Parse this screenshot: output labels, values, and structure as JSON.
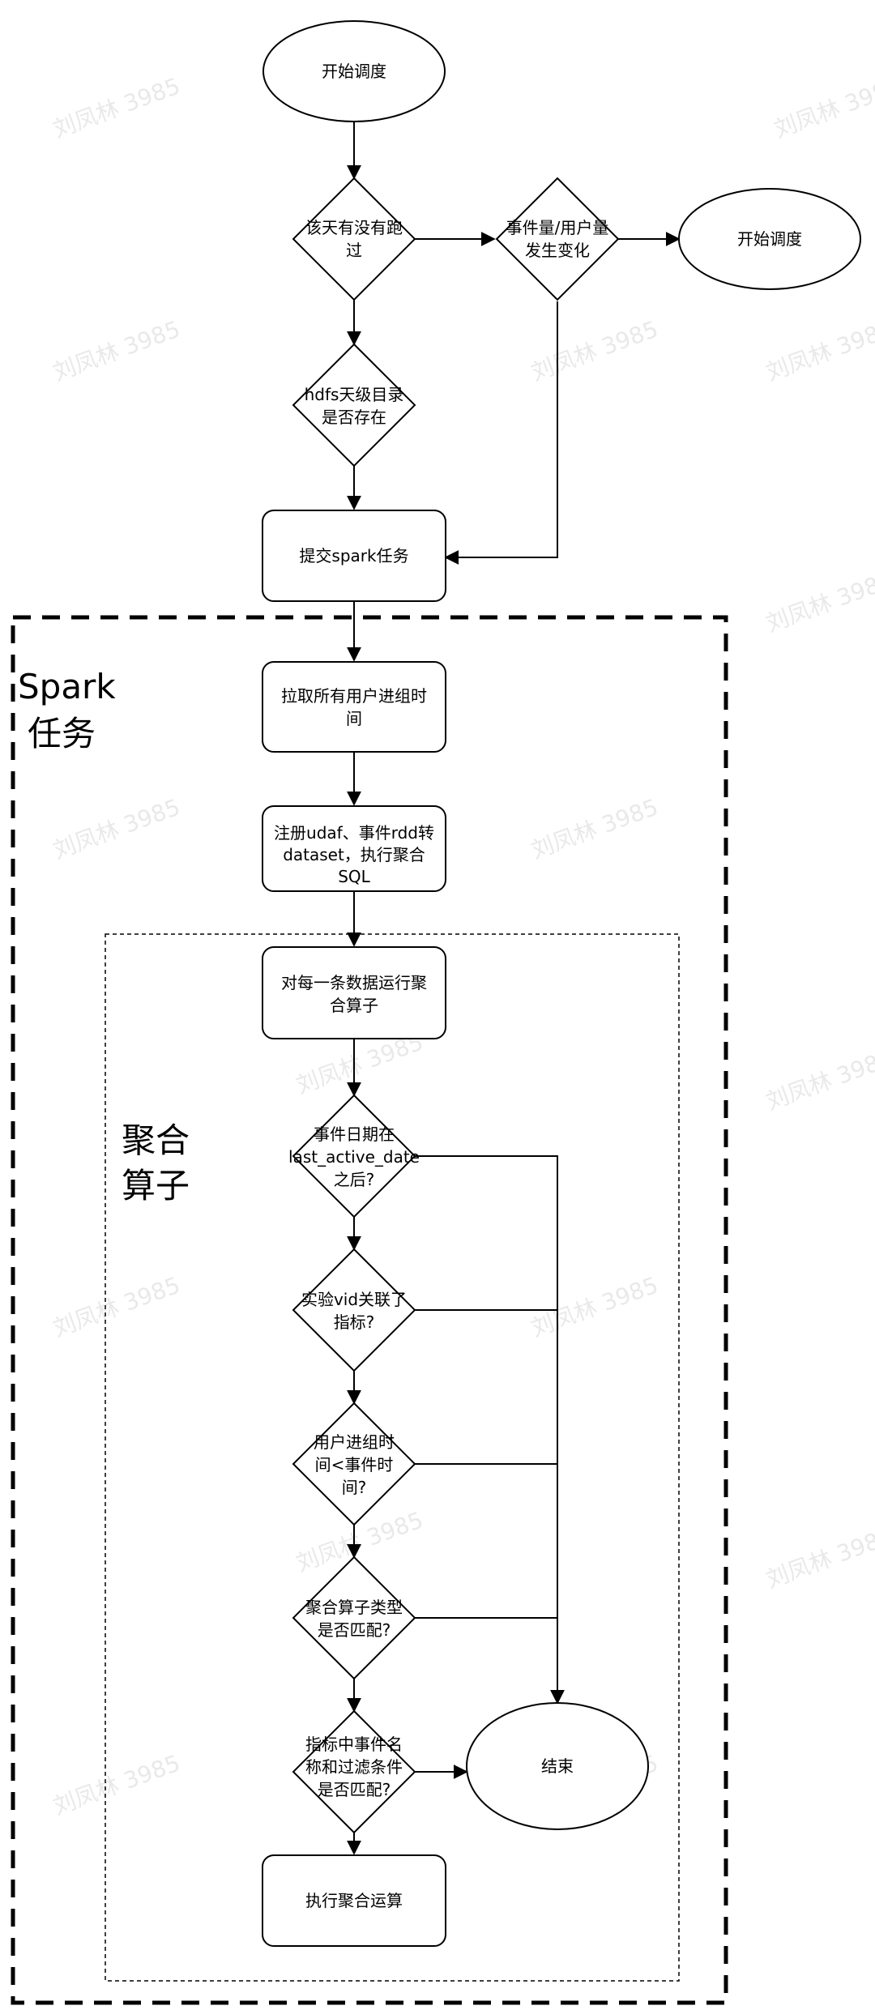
{
  "watermark": "刘凤林 3985",
  "containers": {
    "spark_title_line1": "Spark",
    "spark_title_line2": "任务",
    "agg_title_line1": "聚合",
    "agg_title_line2": "算子"
  },
  "nodes": {
    "start_top": "开始调度",
    "d_ran": [
      "该天有没有跑",
      "过"
    ],
    "d_change": [
      "事件量/用户量",
      "发生变化"
    ],
    "start_right": "开始调度",
    "d_hdfs": [
      "hdfs天级目录",
      "是否存在"
    ],
    "submit": "提交spark任务",
    "pull": [
      "拉取所有用户进组时",
      "间"
    ],
    "register": [
      "注册udaf、事件rdd转",
      "dataset，执行聚合",
      "SQL"
    ],
    "run_agg": [
      "对每一条数据运行聚",
      "合算子"
    ],
    "d_date": [
      "事件日期在",
      "last_active_date",
      "之后?"
    ],
    "d_vid": [
      "实验vid关联了",
      "指标?"
    ],
    "d_time": [
      "用户进组时",
      "间<事件时",
      "间?"
    ],
    "d_type": [
      "聚合算子类型",
      "是否匹配?"
    ],
    "d_name": [
      "指标中事件名",
      "称和过滤条件",
      "是否匹配?"
    ],
    "end": "结束",
    "exec": "执行聚合运算"
  }
}
